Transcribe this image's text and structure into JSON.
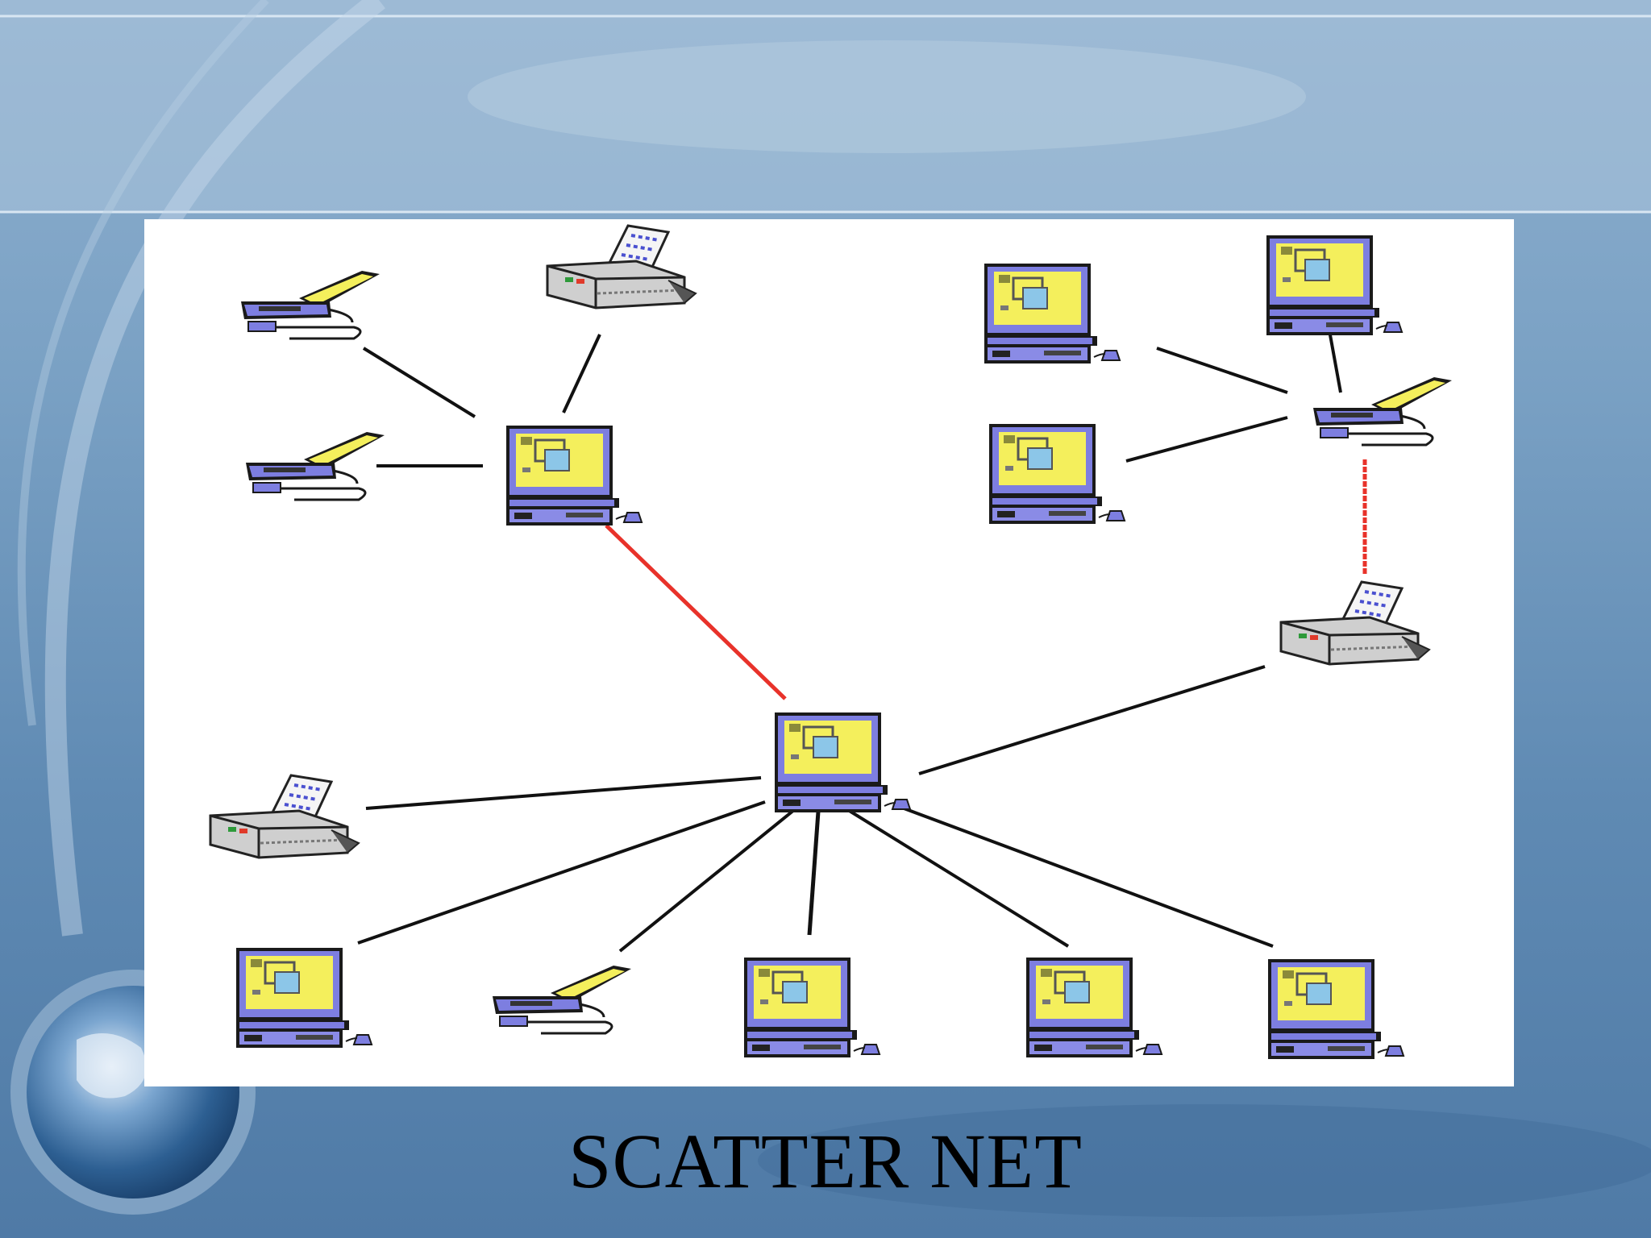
{
  "slide": {
    "title": "SCATTER NET"
  },
  "devices": [
    {
      "id": "laptop-a1",
      "kind": "laptop"
    },
    {
      "id": "printer-a1",
      "kind": "printer"
    },
    {
      "id": "laptop-a2",
      "kind": "laptop"
    },
    {
      "id": "master-a",
      "kind": "desktop"
    },
    {
      "id": "desktop-b1",
      "kind": "desktop"
    },
    {
      "id": "desktop-b2",
      "kind": "desktop"
    },
    {
      "id": "desktop-b3",
      "kind": "desktop"
    },
    {
      "id": "master-b",
      "kind": "laptop"
    },
    {
      "id": "printer-bridge",
      "kind": "printer"
    },
    {
      "id": "master-c",
      "kind": "desktop"
    },
    {
      "id": "printer-c1",
      "kind": "printer"
    },
    {
      "id": "desktop-c1",
      "kind": "desktop"
    },
    {
      "id": "laptop-c1",
      "kind": "laptop"
    },
    {
      "id": "desktop-c2",
      "kind": "desktop"
    },
    {
      "id": "desktop-c3",
      "kind": "desktop"
    },
    {
      "id": "desktop-c4",
      "kind": "desktop"
    }
  ],
  "links": [
    {
      "from": "laptop-a1",
      "to": "master-a",
      "style": "piconet"
    },
    {
      "from": "printer-a1",
      "to": "master-a",
      "style": "piconet"
    },
    {
      "from": "laptop-a2",
      "to": "master-a",
      "style": "piconet"
    },
    {
      "from": "desktop-b1",
      "to": "master-b",
      "style": "piconet"
    },
    {
      "from": "desktop-b2",
      "to": "master-b",
      "style": "piconet"
    },
    {
      "from": "desktop-b3",
      "to": "master-b",
      "style": "piconet"
    },
    {
      "from": "master-a",
      "to": "master-c",
      "style": "bridge"
    },
    {
      "from": "master-b",
      "to": "printer-bridge",
      "style": "bridge"
    },
    {
      "from": "printer-bridge",
      "to": "master-c",
      "style": "piconet"
    },
    {
      "from": "printer-c1",
      "to": "master-c",
      "style": "piconet"
    },
    {
      "from": "desktop-c1",
      "to": "master-c",
      "style": "piconet"
    },
    {
      "from": "laptop-c1",
      "to": "master-c",
      "style": "piconet"
    },
    {
      "from": "desktop-c2",
      "to": "master-c",
      "style": "piconet"
    },
    {
      "from": "desktop-c3",
      "to": "master-c",
      "style": "piconet"
    },
    {
      "from": "desktop-c4",
      "to": "master-c",
      "style": "piconet"
    }
  ],
  "colors": {
    "piconet_link": "#111111",
    "bridge_link": "#e8322a",
    "screen": "#f4ef5c",
    "device_blue": "#7d7ee0",
    "printer_gray": "#cfcfcf"
  }
}
